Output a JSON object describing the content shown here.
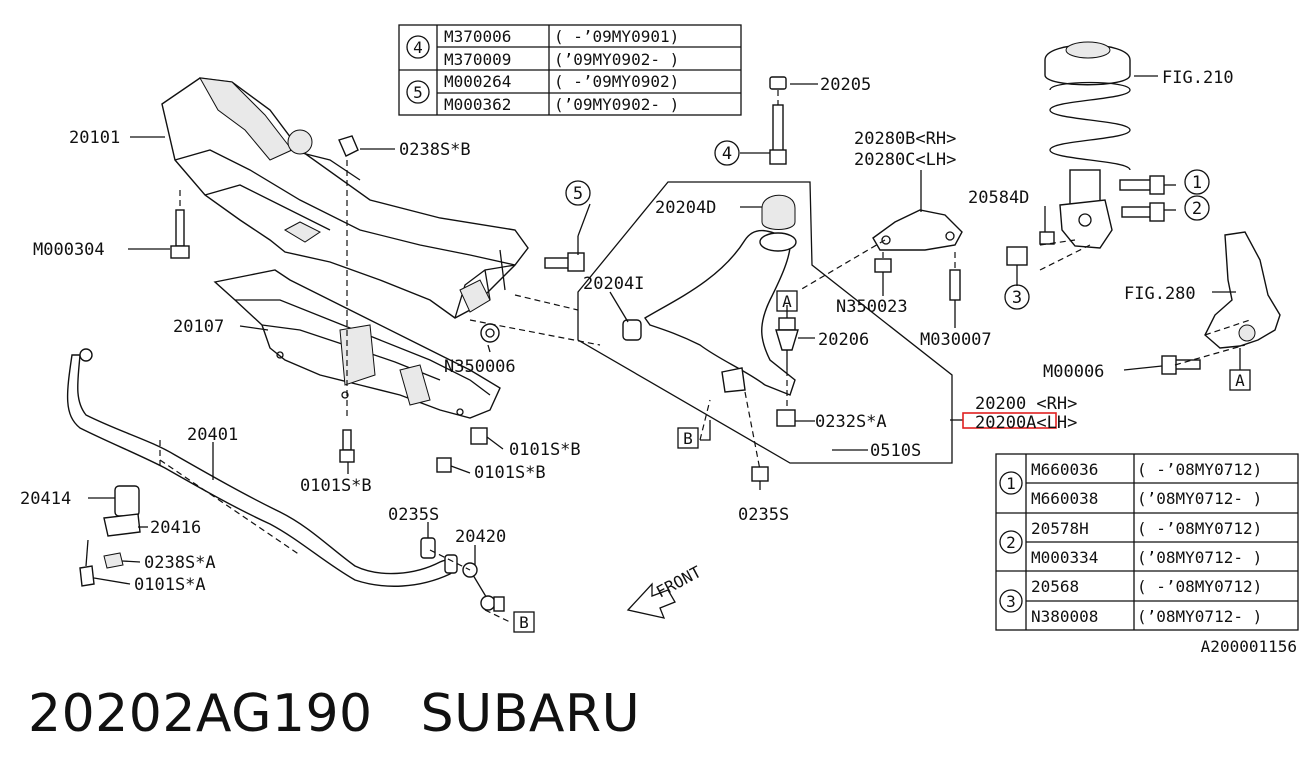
{
  "footer": {
    "part_number": "20202AG190",
    "brand": "SUBARU"
  },
  "diagram_id": "A200001156",
  "front_label": "FRONT",
  "top_table": {
    "rows": [
      {
        "ref": "4",
        "part": "M370006",
        "range": "( -’09MY0901)"
      },
      {
        "ref": "",
        "part": "M370009",
        "range": "(’09MY0902- )"
      },
      {
        "ref": "5",
        "part": "M000264",
        "range": "( -’09MY0902)"
      },
      {
        "ref": "",
        "part": "M000362",
        "range": "(’09MY0902- )"
      }
    ]
  },
  "bottom_table": {
    "rows": [
      {
        "ref": "1",
        "part": "M660036",
        "range": "( -’08MY0712)"
      },
      {
        "ref": "",
        "part": "M660038",
        "range": "(’08MY0712- )"
      },
      {
        "ref": "2",
        "part": "20578H",
        "range": "( -’08MY0712)"
      },
      {
        "ref": "",
        "part": "M000334",
        "range": "(’08MY0712- )"
      },
      {
        "ref": "3",
        "part": "20568",
        "range": "( -’08MY0712)"
      },
      {
        "ref": "",
        "part": "N380008",
        "range": "(’08MY0712- )"
      }
    ]
  },
  "callouts": {
    "c20101": "20101",
    "c0238sb": "0238S*B",
    "cm000304": "M000304",
    "c20107": "20107",
    "cn350006": "N350006",
    "c0101sb1": "0101S*B",
    "c0101sb2": "0101S*B",
    "c0101sb3": "0101S*B",
    "c20401": "20401",
    "c20414": "20414",
    "c20416": "20416",
    "c0238sa": "0238S*A",
    "c0101sa": "0101S*A",
    "c0235s1": "0235S",
    "c20420": "20420",
    "c20205": "20205",
    "c20204d": "20204D",
    "c20204i": "20204I",
    "c20206": "20206",
    "c0232sa": "0232S*A",
    "c0510s": "0510S",
    "c0235s2": "0235S",
    "c20200rh": "20200 <RH>",
    "c20200lh": "20200A<LH>",
    "c20280b": "20280B<RH>",
    "c20280c": "20280C<LH>",
    "cn350023": "N350023",
    "cm030007": "M030007",
    "c20584d": "20584D",
    "cfig210": "FIG.210",
    "cfig280": "FIG.280",
    "cm00006": "M00006"
  },
  "markers": {
    "four": "4",
    "five": "5",
    "one": "1",
    "two": "2",
    "three": "3",
    "a": "A",
    "b": "B"
  },
  "highlight_color": "#e02020"
}
